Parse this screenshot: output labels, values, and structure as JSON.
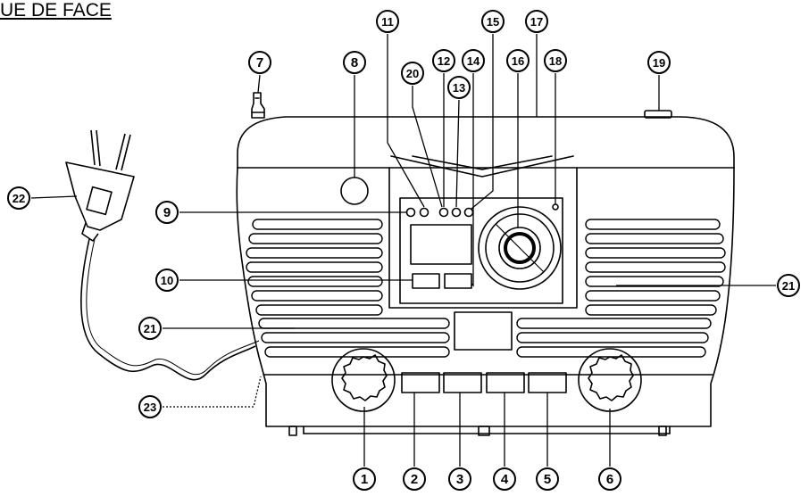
{
  "heading": "UE DE FACE",
  "callouts": [
    {
      "id": "1",
      "label": "1"
    },
    {
      "id": "2",
      "label": "2"
    },
    {
      "id": "3",
      "label": "3"
    },
    {
      "id": "4",
      "label": "4"
    },
    {
      "id": "5",
      "label": "5"
    },
    {
      "id": "6",
      "label": "6"
    },
    {
      "id": "7",
      "label": "7"
    },
    {
      "id": "8",
      "label": "8"
    },
    {
      "id": "9",
      "label": "9"
    },
    {
      "id": "10",
      "label": "10"
    },
    {
      "id": "11",
      "label": "11"
    },
    {
      "id": "12",
      "label": "12"
    },
    {
      "id": "13",
      "label": "13"
    },
    {
      "id": "14",
      "label": "14"
    },
    {
      "id": "15",
      "label": "15"
    },
    {
      "id": "16",
      "label": "16"
    },
    {
      "id": "17",
      "label": "17"
    },
    {
      "id": "18",
      "label": "18"
    },
    {
      "id": "19",
      "label": "19"
    },
    {
      "id": "20",
      "label": "20"
    },
    {
      "id": "21a",
      "label": "21"
    },
    {
      "id": "21b",
      "label": "21"
    },
    {
      "id": "22",
      "label": "22"
    },
    {
      "id": "23",
      "label": "23"
    }
  ],
  "colors": {
    "line": "#000000",
    "background": "#ffffff"
  }
}
